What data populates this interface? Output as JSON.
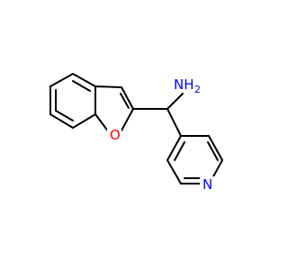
{
  "molecule": {
    "atoms": {
      "n_amine": {
        "symbol": "N",
        "hydrogens": "H",
        "subscript": "2",
        "color": "#0000ff"
      },
      "o_furan": {
        "symbol": "O",
        "color": "#ff0000"
      },
      "n_pyridine": {
        "symbol": "N",
        "color": "#0000ff"
      }
    }
  }
}
